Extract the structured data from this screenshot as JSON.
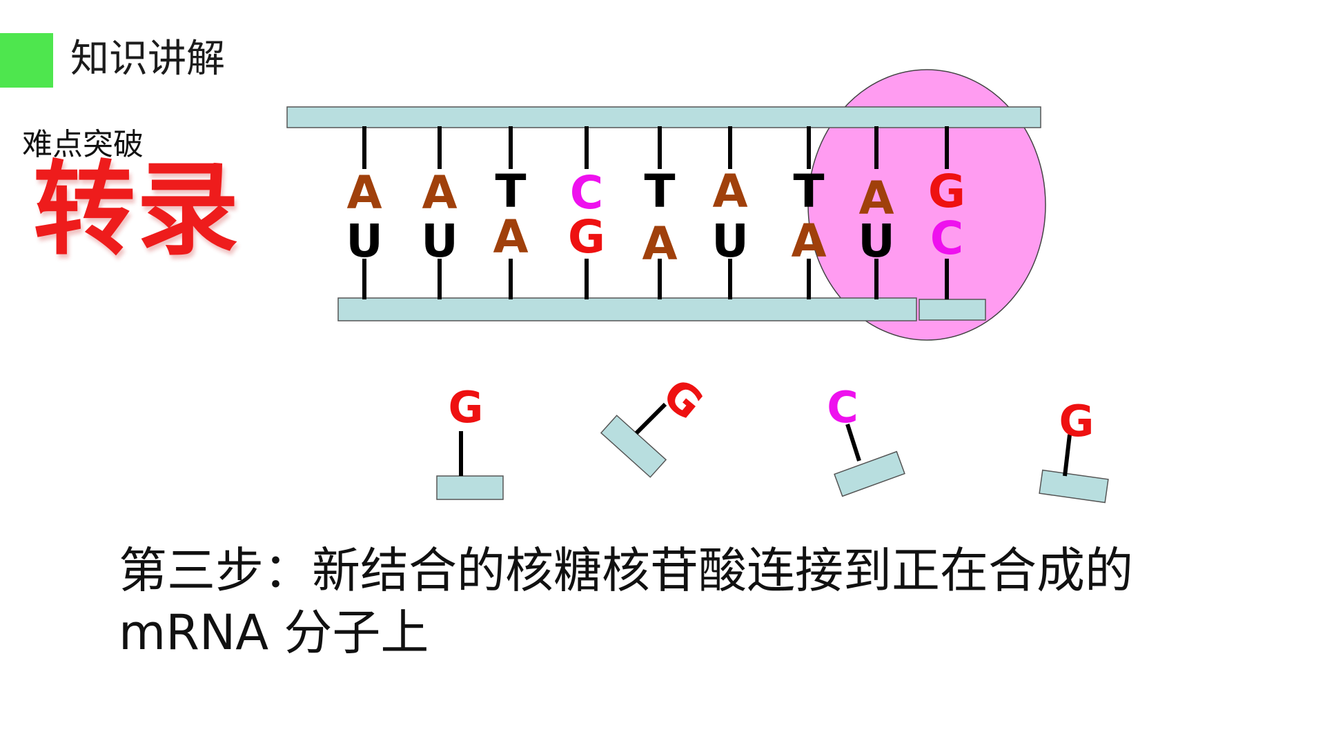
{
  "header": {
    "section_title": "知识讲解",
    "subtitle": "难点突破",
    "big_title": "转录"
  },
  "colors": {
    "strand": "#b8dedf",
    "enzyme": "#ff9cf1",
    "A": "#a0400b",
    "T": "#000000",
    "U": "#000000",
    "G": "#ee1111",
    "C": "#ee11ee",
    "accent": "#4ee64e"
  },
  "dna_template": {
    "upper_bases": [
      "A",
      "A",
      "T",
      "C",
      "T",
      "A",
      "T",
      "A",
      "G"
    ],
    "lower_bases": [
      "U",
      "U",
      "A",
      "G",
      "A",
      "U",
      "A",
      "U",
      "C"
    ]
  },
  "free_nucleotides": [
    "G",
    "G",
    "C",
    "G"
  ],
  "caption": {
    "line1": "第三步：新结合的核糖核苷酸连接到正在合成的",
    "line2": "mRNA 分子上"
  }
}
